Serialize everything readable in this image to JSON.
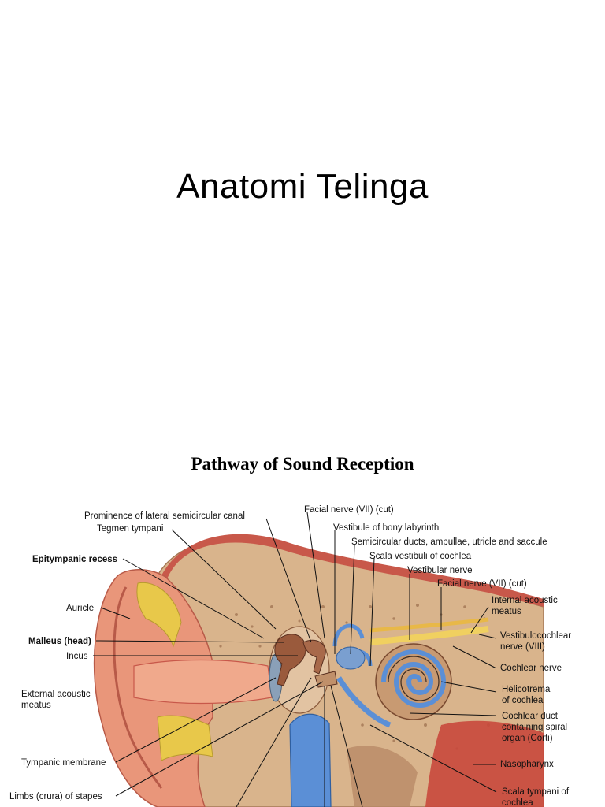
{
  "slide": {
    "title": "Anatomi Telinga"
  },
  "figure": {
    "title": "Pathway of Sound Reception",
    "labels_left": {
      "epitympanic_recess": "Epitympanic recess",
      "auricle": "Auricle",
      "malleus_head": "Malleus (head)",
      "incus": "Incus",
      "external_acoustic_meatus_1": "External acoustic",
      "external_acoustic_meatus_2": "meatus",
      "tympanic_membrane": "Tympanic membrane",
      "limbs_of_stapes": "Limbs (crura) of stapes"
    },
    "labels_top": {
      "prominence": "Prominence of lateral semicircular canal",
      "tegmen": "Tegmen tympani",
      "facial_nerve_cut_top": "Facial nerve (VII) (cut)",
      "vestibule": "Vestibule of bony labyrinth",
      "semicircular_ducts": "Semicircular ducts, ampullae, utricle and saccule",
      "scala_vestibuli": "Scala vestibuli of cochlea",
      "vestibular_nerve": "Vestibular nerve",
      "facial_nerve_cut_right": "Facial nerve (VII) (cut)"
    },
    "labels_right": {
      "internal_meatus_1": "Internal acoustic",
      "internal_meatus_2": "meatus",
      "vestibulocochlear_1": "Vestibulocochlear",
      "vestibulocochlear_2": "nerve (VIII)",
      "cochlear_nerve": "Cochlear nerve",
      "helicotrema_1": "Helicotrema",
      "helicotrema_2": "of cochlea",
      "cochlear_duct_1": "Cochlear duct",
      "cochlear_duct_2": "containing spiral",
      "cochlear_duct_3": "organ (Corti)",
      "nasopharynx": "Nasopharynx",
      "scala_tympani_1": "Scala tympani of",
      "scala_tympani_2": "cochlea"
    },
    "colors": {
      "skin": "#e9967a",
      "skin_dark": "#c8584a",
      "bone": "#d9b48c",
      "bone_dark": "#a67856",
      "cartilage_yellow": "#e8c84a",
      "canal_blue": "#5b8fd6",
      "nerve_yellow": "#f0d060",
      "muscle_red": "#c8483c"
    }
  }
}
